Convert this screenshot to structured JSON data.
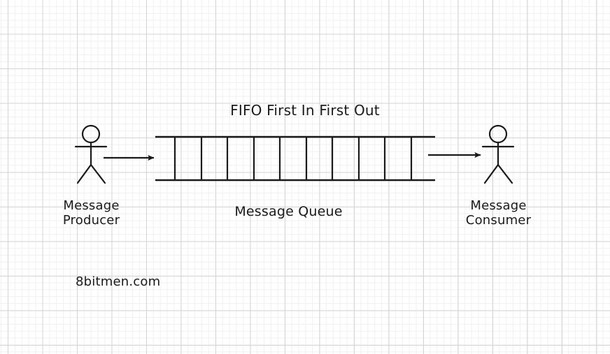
{
  "diagram": {
    "title": "FIFO First In First Out",
    "queue_label": "Message Queue",
    "watermark": "8bitmen.com",
    "producer": {
      "label_line1": "Message",
      "label_line2": "Producer"
    },
    "consumer": {
      "label_line1": "Message",
      "label_line2": "Consumer"
    },
    "queue": {
      "slot_count": 11,
      "divider_count": 10
    },
    "colors": {
      "ink": "#1a1a1a",
      "background": "#ffffff",
      "grid_major": "#d5d5d5",
      "grid_minor": "#f1f0f0"
    }
  }
}
